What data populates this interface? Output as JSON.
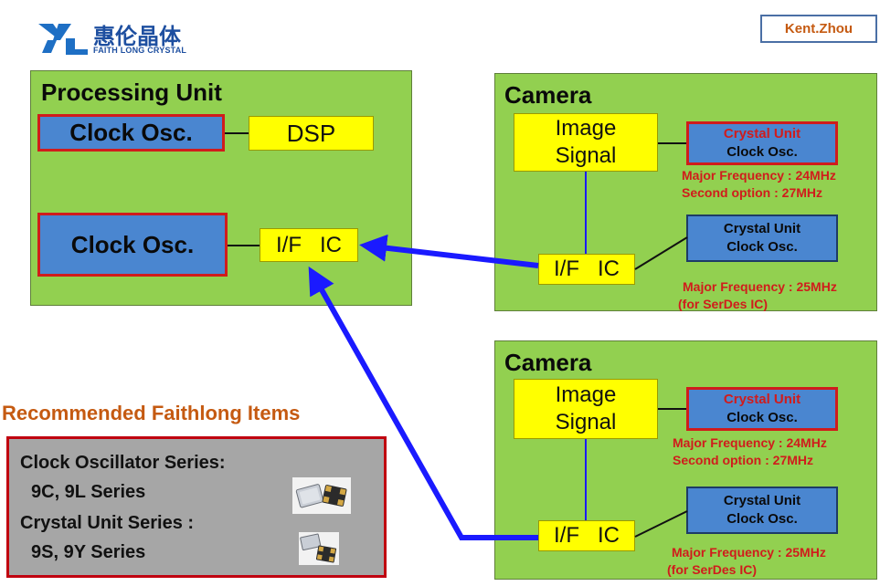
{
  "header": {
    "logo_cn": "惠伦晶体",
    "logo_en": "FAITH LONG CRYSTAL",
    "author": "Kent.Zhou"
  },
  "processing_unit": {
    "title": "Processing Unit",
    "clock_osc_1": "Clock Osc.",
    "dsp": "DSP",
    "clock_osc_2": "Clock Osc.",
    "if_ic": "I/F   IC"
  },
  "camera_1": {
    "title": "Camera",
    "image_signal": [
      "Image",
      "Signal"
    ],
    "if_ic": "I/F   IC",
    "crystal_unit_top": [
      "Crystal Unit",
      "Clock Osc."
    ],
    "note_top": [
      "Major Frequency : 24MHz",
      "Second option : 27MHz"
    ],
    "crystal_unit_bottom": [
      "Crystal Unit",
      "Clock Osc."
    ],
    "note_bottom": [
      "Major Frequency : 25MHz",
      "(for SerDes IC)"
    ]
  },
  "camera_2": {
    "title": "Camera",
    "image_signal": [
      "Image",
      "Signal"
    ],
    "if_ic": "I/F   IC",
    "crystal_unit_top": [
      "Crystal Unit",
      "Clock Osc."
    ],
    "note_top": [
      "Major Frequency : 24MHz",
      "Second option : 27MHz"
    ],
    "crystal_unit_bottom": [
      "Crystal Unit",
      "Clock Osc."
    ],
    "note_bottom": [
      "Major Frequency : 25MHz",
      "(for SerDes IC)"
    ]
  },
  "recommended": {
    "heading": "Recommended Faithlong Items",
    "lines": [
      "Clock Oscillator Series:",
      "9C, 9L Series",
      "Crystal Unit Series :",
      "9S, 9Y  Series"
    ]
  },
  "colors": {
    "arrow": "#1a1aff",
    "heading": "#c55a11",
    "accent_red": "#d01c1c",
    "module_green": "#92d050",
    "chip_yellow": "#ffff00",
    "osc_blue": "#4a86d0"
  },
  "icons": [
    "crystal-oscillator-photo-icon",
    "crystal-unit-photo-icon"
  ]
}
